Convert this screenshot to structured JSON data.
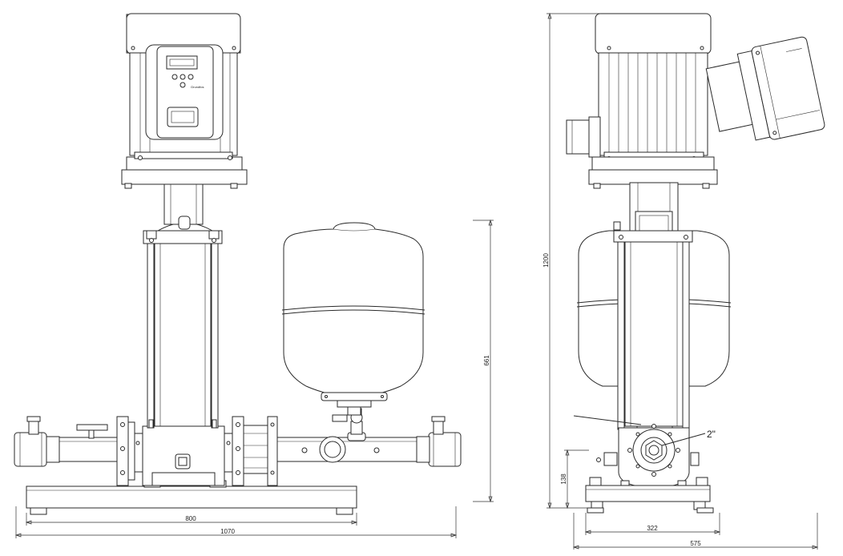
{
  "dimensions": {
    "front_width_1070": "1070",
    "front_width_800": "800",
    "front_height_661": "661",
    "side_height_1200": "1200",
    "side_height_138": "138",
    "side_width_322": "322",
    "side_width_575": "575"
  },
  "callouts": {
    "connection_size": "2\""
  },
  "control_panel": {
    "label": "Grundfos"
  }
}
